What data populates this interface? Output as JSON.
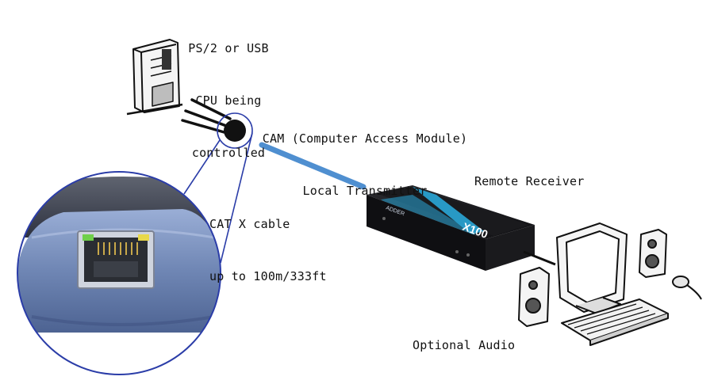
{
  "labels": {
    "cpu_line1": "PS/2 or USB",
    "cpu_line2": "CPU being",
    "cpu_line3": "controlled",
    "cam_line1": "CAM (Computer Access Module)",
    "cam_line2": "Local Transmitter",
    "cable_line1": "CAT X cable",
    "cable_line2": "up to 100m/333ft",
    "receiver": "Remote Receiver",
    "audio": "Optional Audio"
  },
  "device_text": {
    "brand": "ADDER",
    "model": "X100"
  },
  "colors": {
    "cable": "#4f8fd0",
    "module_blue": "#6f86b4",
    "receiver_body": "#1c1c1e",
    "receiver_accent": "#2aa7d8",
    "ink": "#111111"
  }
}
